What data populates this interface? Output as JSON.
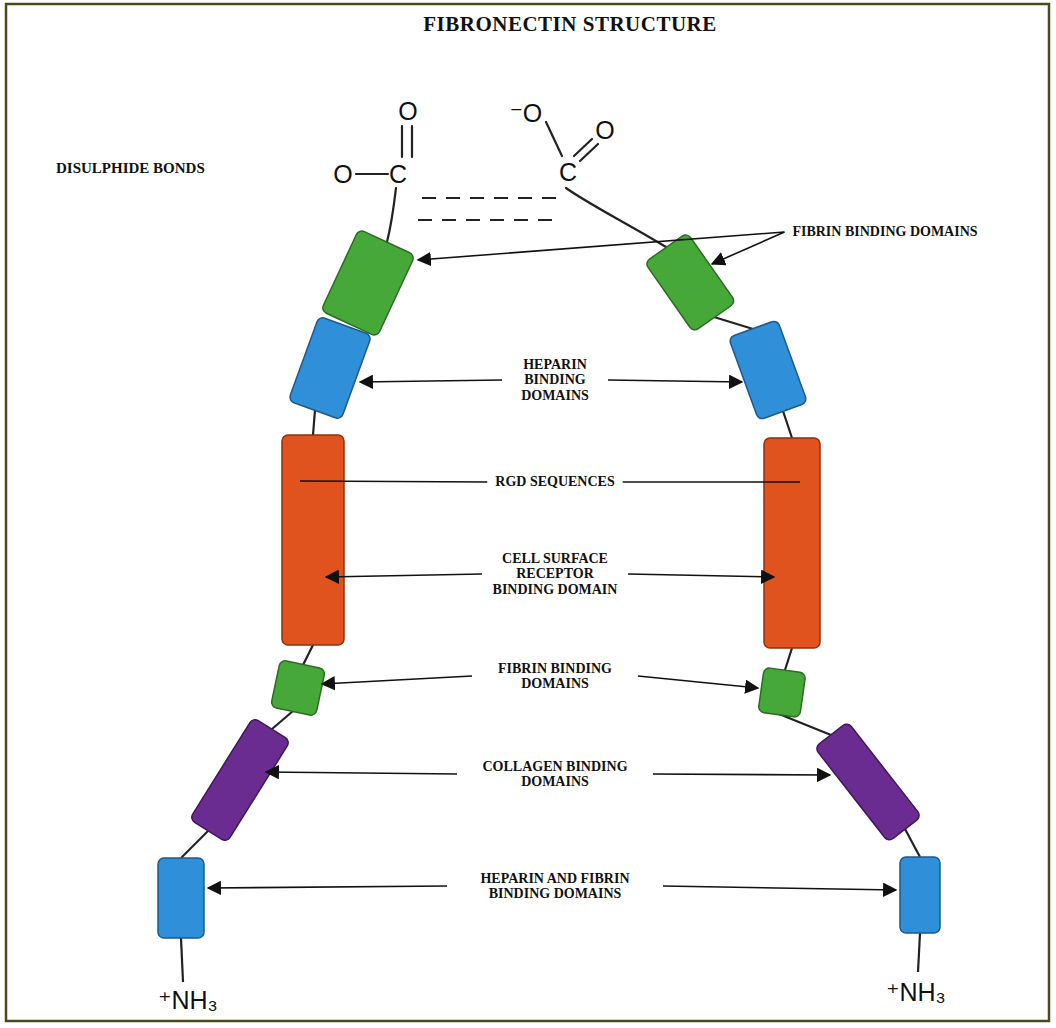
{
  "diagram": {
    "title": "FIBRONECTIN STRUCTURE",
    "labels": [
      "DISULPHIDE BONDS",
      "FIBRIN BINDING DOMAINS",
      "HEPARIN BINDING DOMAINS",
      "RGD SEQUENCES",
      "CELL SURFACE RECEPTOR BINDING DOMAIN",
      "FIBRIN BINDING DOMAINS",
      "COLLAGEN BINDING DOMAINS",
      "HEPARIN AND FIBRIN BINDING DOMAINS",
      "O",
      "O",
      "C",
      "⁻O",
      "O",
      "C",
      "⁺NH₃",
      "⁺NH₃"
    ]
  }
}
